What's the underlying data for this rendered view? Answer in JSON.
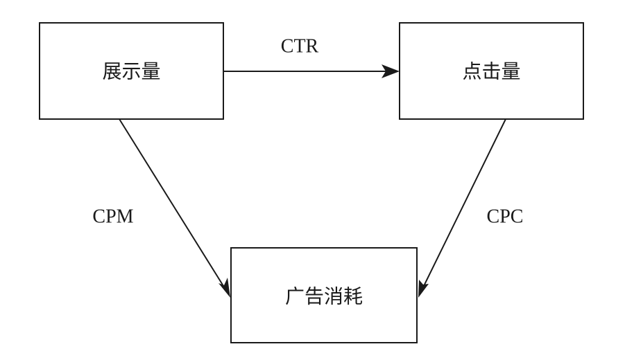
{
  "nodes": {
    "impressions": {
      "label": "展示量"
    },
    "clicks": {
      "label": "点击量"
    },
    "ad_spend": {
      "label": "广告消耗"
    }
  },
  "edges": {
    "ctr": {
      "label": "CTR",
      "from": "展示量",
      "to": "点击量"
    },
    "cpm": {
      "label": "CPM",
      "from": "展示量",
      "to": "广告消耗"
    },
    "cpc": {
      "label": "CPC",
      "from": "点击量",
      "to": "广告消耗"
    }
  },
  "colors": {
    "stroke": "#1a1a1a",
    "background": "#ffffff"
  }
}
